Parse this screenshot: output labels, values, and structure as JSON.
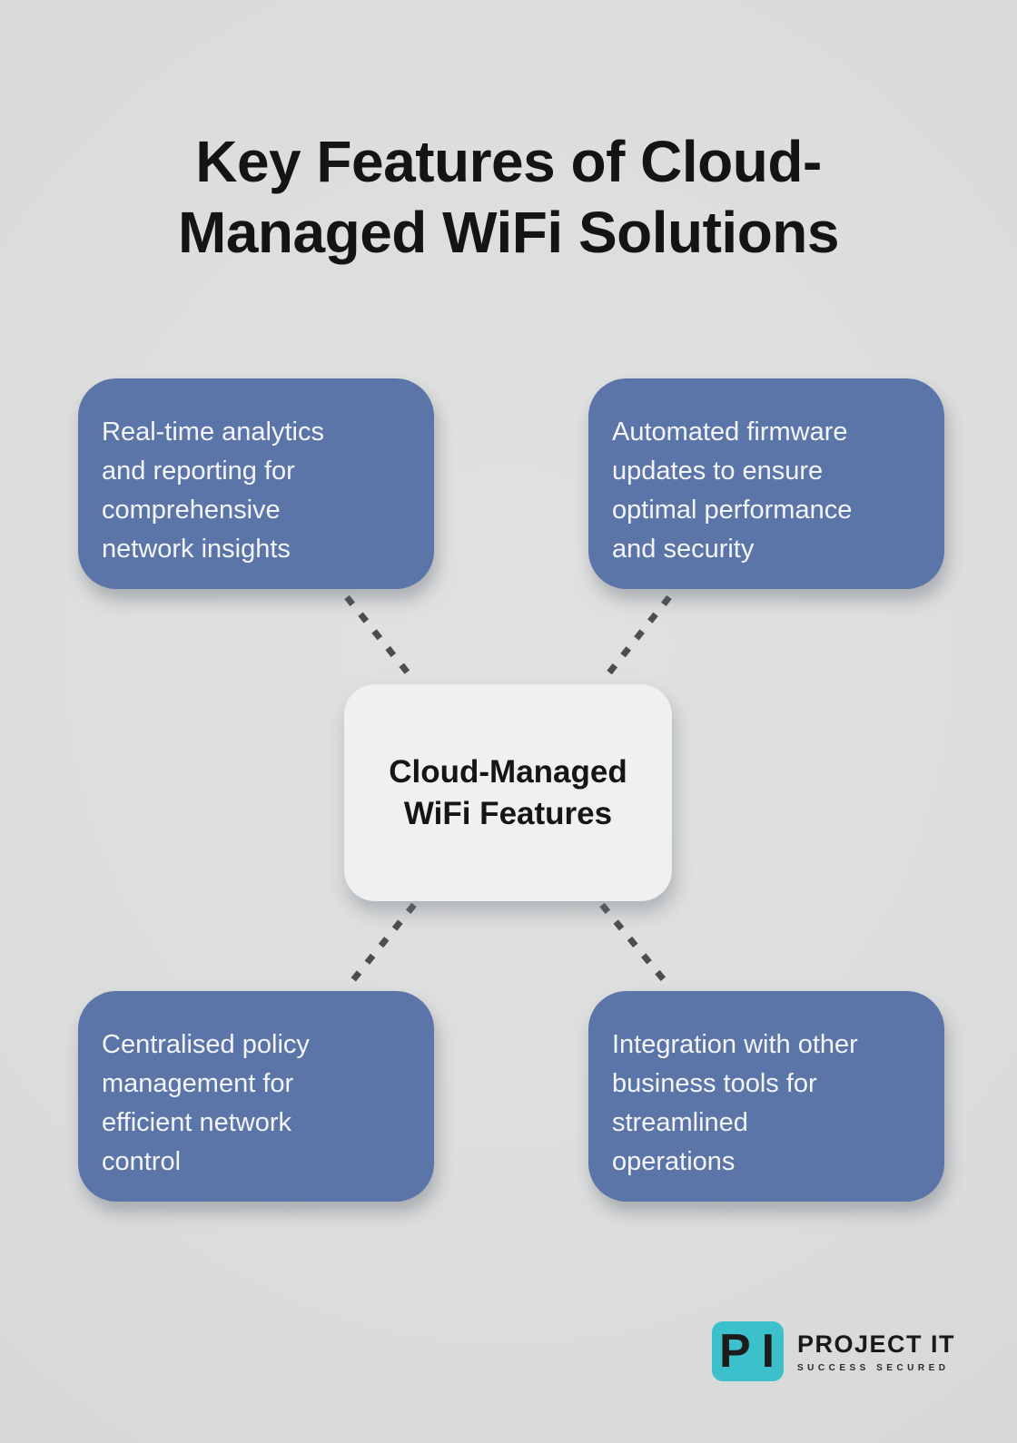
{
  "title": {
    "line1": "Key Features of Cloud-",
    "line2": "Managed WiFi Solutions"
  },
  "center_node": {
    "line1": "Cloud-Managed",
    "line2": "WiFi Features"
  },
  "features": [
    {
      "position": "top-left",
      "text": "Real-time analytics and reporting for comprehensive network insights"
    },
    {
      "position": "top-right",
      "text": "Automated firmware updates to ensure optimal performance and security"
    },
    {
      "position": "bottom-left",
      "text": "Centralised policy management for efficient network control"
    },
    {
      "position": "bottom-right",
      "text": "Integration with other business tools for streamlined operations"
    }
  ],
  "logo": {
    "monogram": "PI",
    "name": "PROJECT IT",
    "tagline": "SUCCESS SECURED"
  },
  "colors": {
    "background": "#dcdddd",
    "feature_box": "#5b75a9",
    "feature_text": "#f3f5f9",
    "center_box": "#eff0f2",
    "title_text": "#141414",
    "connector": "#4d4d4d",
    "logo_teal": "#3cc0cb"
  }
}
